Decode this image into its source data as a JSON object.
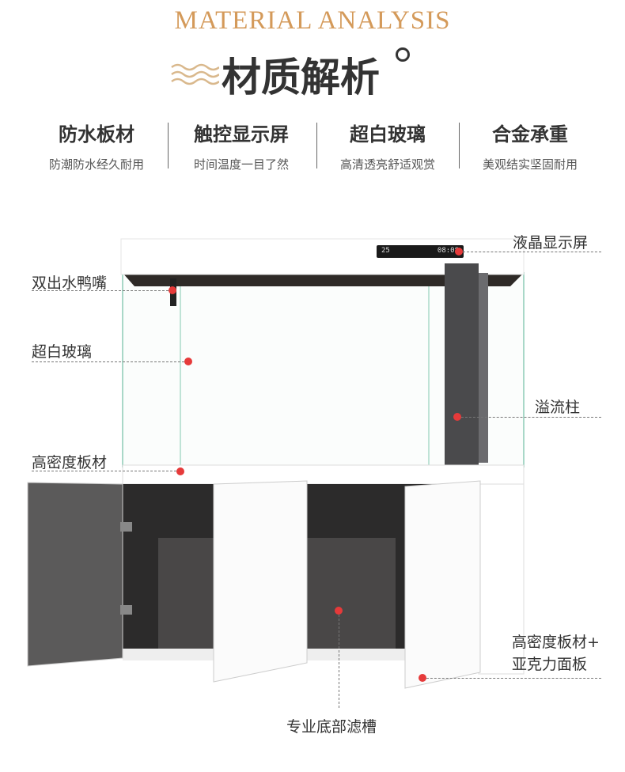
{
  "header": {
    "title_en": "MATERIAL ANALYSIS",
    "title_cn": "材质解析"
  },
  "features": [
    {
      "title": "防水板材",
      "subtitle": "防潮防水经久耐用"
    },
    {
      "title": "触控显示屏",
      "subtitle": "时间温度一目了然"
    },
    {
      "title": "超白玻璃",
      "subtitle": "高清透亮舒适观赏"
    },
    {
      "title": "合金承重",
      "subtitle": "美观结实坚固耐用"
    }
  ],
  "display": {
    "temp": "25",
    "time": "08:08"
  },
  "labels": {
    "lcd": "液晶显示屏",
    "spout": "双出水鸭嘴",
    "glass": "超白玻璃",
    "overflow": "溢流柱",
    "board": "高密度板材",
    "panel_1": "高密度板材+",
    "panel_2": "亚克力面板",
    "filter": "专业底部滤槽"
  },
  "colors": {
    "accent": "#d49a5a",
    "marker": "#e63a3a"
  }
}
